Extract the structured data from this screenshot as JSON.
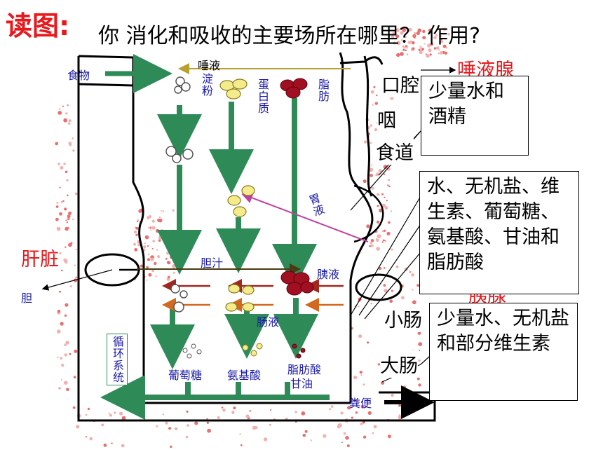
{
  "title": "读图:",
  "question": "你 消化和吸收的主要场所在哪里？ 作用?",
  "labels": {
    "saliva": "唾液",
    "food": "食物",
    "starch": "淀粉",
    "protein": "蛋白质",
    "fat": "脂肪",
    "gastric_juice": "胃液",
    "bile": "胆汁",
    "pancreatic_juice": "胰液",
    "intestinal_juice": "肠液",
    "glucose": "葡萄糖",
    "amino_acid": "氨基酸",
    "fatty_acid": "脂肪酸",
    "glycerol": "甘油",
    "circulation": "循环系统",
    "feces": "粪便",
    "gallbladder": "胆"
  },
  "organs": {
    "salivary_gland": "唾液腺",
    "liver": "肝脏",
    "mouth": "口腔",
    "pharynx": "咽",
    "esophagus": "食道",
    "pancreas": "胰腺",
    "small_intestine": "小肠",
    "large_intestine": "大肠"
  },
  "callouts": {
    "stomach_absorb": "少量水和酒精",
    "small_intestine_absorb": "水、无机盐、维生素、葡萄糖、氨基酸、甘油和脂肪酸",
    "large_intestine_absorb": "少量水、无机盐和部分维生素"
  },
  "colors": {
    "title": "#e8181c",
    "label_blue": "#1a1aa8",
    "arrow_green": "#2e8b57",
    "enzyme_arrow": "#a0281e",
    "bile_arrow": "#4a3a10",
    "juice_arrow": "#d2691e",
    "gastric_line": "#c040a0",
    "fat_red": "#a01020",
    "nutrient_yellow": "#f0e68c"
  }
}
